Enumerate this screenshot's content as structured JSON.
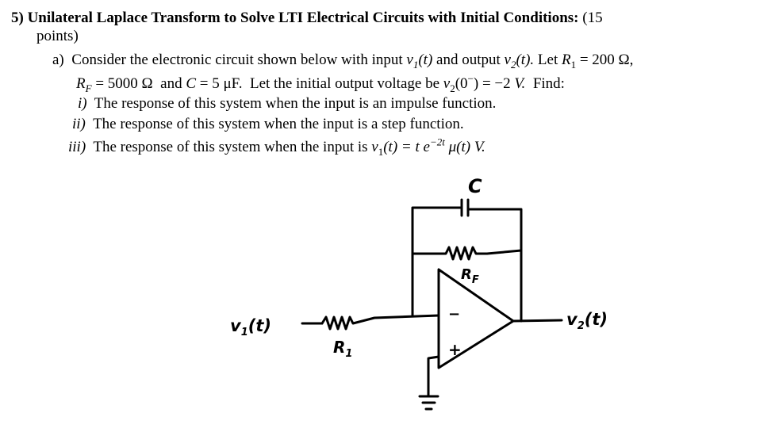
{
  "problem": {
    "number": "5)",
    "title": "Unilateral Laplace Transform to Solve LTI Electrical Circuits with Initial Conditions:",
    "points_a": "(15",
    "points_b": "points)"
  },
  "part_a": {
    "label": "a)",
    "line1": {
      "t1": "Consider the electronic circuit shown below with input",
      "input": "v",
      "input_sub": "1",
      "input_arg": "(t)",
      "t2": "and output",
      "output": "v",
      "output_sub": "2",
      "output_arg": "(t).",
      "t3": "Let",
      "r1_sym": "R",
      "r1_sub": "1",
      "r1_eq": "= 200 Ω,"
    },
    "line2": {
      "rf_sym": "R",
      "rf_sub": "F",
      "rf_eq": "= 5000 Ω",
      "and": "and",
      "c_sym": "C",
      "c_eq": "= 5 μF.",
      "t1": "Let the initial output voltage be",
      "v2_sym": "v",
      "v2_sub": "2",
      "v2_arg": "(0",
      "v2_sup": "−",
      "v2_close": ")",
      "v2_eq": "= −2",
      "v2_unit": "V.",
      "find": "Find:"
    },
    "items": [
      {
        "label": "i)",
        "text": "The response of this system when the input is an impulse function."
      },
      {
        "label": "ii)",
        "text": "The response of this system when the input is a step function."
      },
      {
        "label": "iii)",
        "text": "The response of this system when the input is",
        "math": {
          "v": "v",
          "sub": "1",
          "arg": "(t) = t e",
          "sup": "−2t",
          "mu": "μ(t)",
          "unit": "V."
        }
      }
    ]
  },
  "circuit": {
    "cap_label": "C",
    "rf_label": "R",
    "rf_label_sub": "F",
    "r1_label": "R",
    "r1_label_sub": "1",
    "input_label": "v",
    "input_label_sub": "1",
    "input_label_arg": "(t)",
    "output_label": "v",
    "output_label_sub": "2",
    "output_label_arg": "(t)",
    "inv_sign": "−",
    "noninv_sign": "+"
  }
}
